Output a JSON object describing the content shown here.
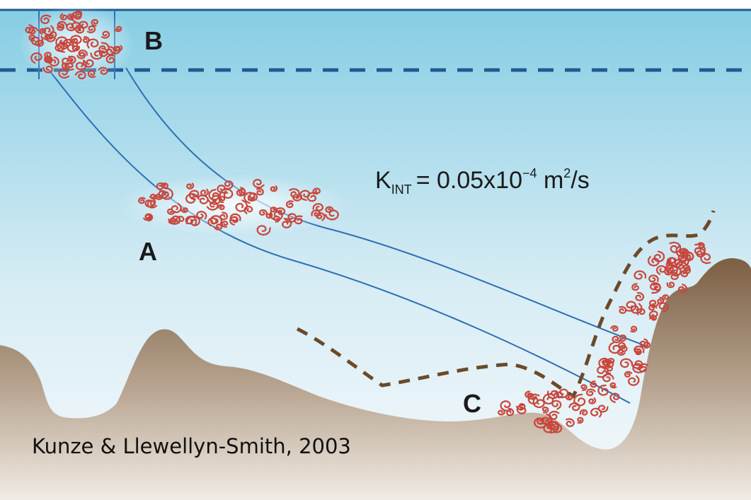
{
  "labels": {
    "a": "A",
    "b": "B",
    "c": "C"
  },
  "equation": {
    "k": "K",
    "sub": "INT",
    "eq": "= 0.05x10",
    "exp": "−4",
    "unit1": " m",
    "exp2": "2",
    "unit2": "/s"
  },
  "citation": "Kunze & Llewellyn-Smith, 2003",
  "colors": {
    "sea_top": "#8fd0e6",
    "sea_bottom": "#f2f8fb",
    "seafloor": "#8b6e52",
    "eddy": "#c8463c",
    "isopycnal": "#2d6fb4",
    "dashed_blue": "#1f5b92",
    "dashed_brown": "#6b4a2a"
  }
}
